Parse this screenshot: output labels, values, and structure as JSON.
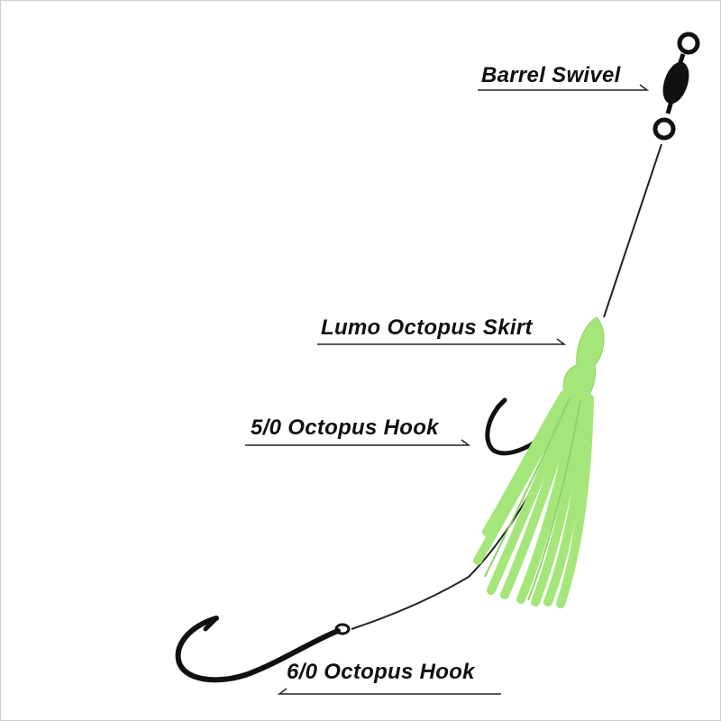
{
  "labels": {
    "barrel_swivel": "Barrel Swivel",
    "lumo_skirt": "Lumo Octopus Skirt",
    "hook_small": "5/0 Octopus Hook",
    "hook_large": "6/0 Octopus Hook"
  },
  "colors": {
    "line": "#222222",
    "hardware": "#111111",
    "skirt": "#a4e67a",
    "skirt_shade": "#8fd364",
    "background": "#ffffff"
  }
}
